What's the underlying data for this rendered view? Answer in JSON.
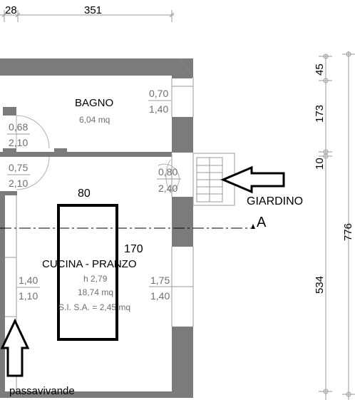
{
  "top_dimensions": {
    "left": "28",
    "main": "351"
  },
  "right_dimensions": {
    "d1": "45",
    "d2": "173",
    "d3": "10",
    "d4": "534",
    "total": "776"
  },
  "rooms": {
    "bagno": {
      "name": "BAGNO",
      "area": "6,04 mq"
    },
    "cucina": {
      "name": "CUCINA - PRANZO",
      "height": "h 2,79",
      "area": "18,74 mq",
      "sisa": "S.I. S.A. = 2,45 mq"
    }
  },
  "openings": {
    "bagno_window": {
      "w": "0,70",
      "h": "1,40"
    },
    "left_door_upper": {
      "w": "0,68",
      "h": "2,10"
    },
    "left_door_lower": {
      "w": "0,75",
      "h": "2,10"
    },
    "garden_door": {
      "w": "0,80",
      "h": "2,40"
    },
    "kitchen_window": {
      "w": "1,75",
      "h": "1,40"
    },
    "passavivande_opening": {
      "w": "1,40",
      "h": "1,10"
    }
  },
  "annotations": {
    "box_width": "80",
    "box_height": "170",
    "giardino": "GIARDINO",
    "section_marker": "A",
    "passavivande": "passavivande"
  }
}
